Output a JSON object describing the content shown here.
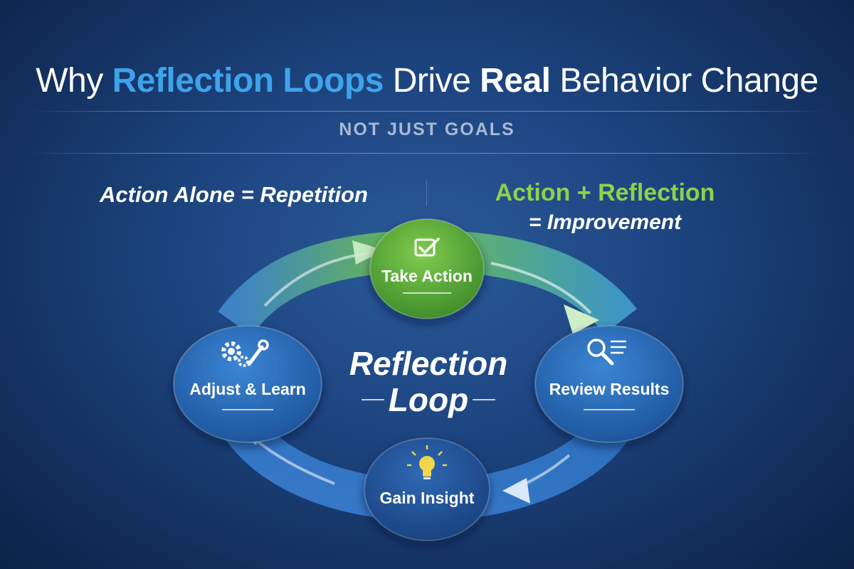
{
  "title": {
    "part1": "Why",
    "part2": "Reflection Loops",
    "part3": "Drive",
    "part4": "Real",
    "part5": "Behavior Change"
  },
  "subtitle": "NOT JUST GOALS",
  "left_equation": "Action Alone = Repetition",
  "right_equation": {
    "line1": "Action + Reflection",
    "line2": "= Improvement"
  },
  "center": {
    "line1": "Reflection",
    "line2": "Loop"
  },
  "nodes": {
    "take_action": "Take Action",
    "review_results": "Review Results",
    "gain_insight": "Gain Insight",
    "adjust_learn": "Adjust & Learn"
  },
  "icons": {
    "take_action": "checkbox-icon",
    "review_results": "magnifier-list-icon",
    "gain_insight": "lightbulb-icon",
    "adjust_learn": "gears-wrench-icon"
  },
  "colors": {
    "accent_blue": "#3fa3ec",
    "accent_green": "#8fd14a",
    "node_green": "#5fae3a",
    "node_blue": "#2463b0",
    "bulb_yellow": "#f2d54a"
  }
}
